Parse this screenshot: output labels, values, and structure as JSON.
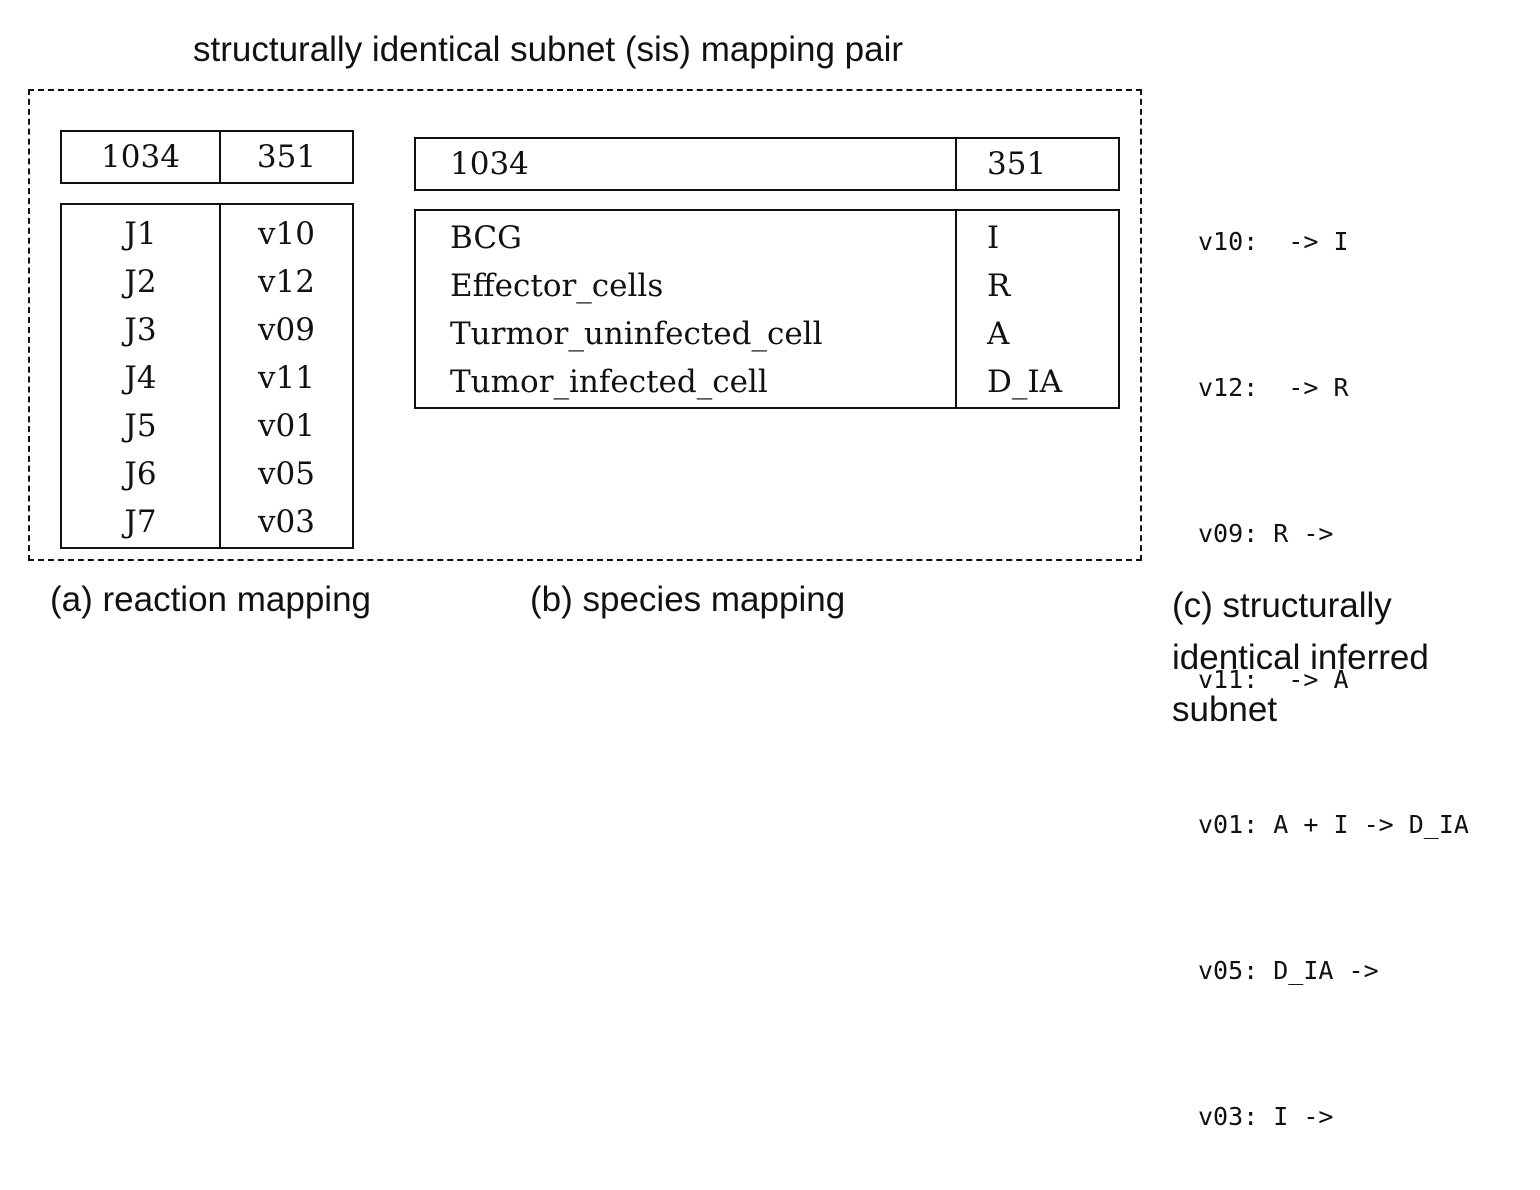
{
  "title": "structurally identical subnet (sis) mapping pair",
  "reaction_mapping": {
    "header": [
      "1034",
      "351"
    ],
    "left": [
      "J1",
      "J2",
      "J3",
      "J4",
      "J5",
      "J6",
      "J7"
    ],
    "right": [
      "v10",
      "v12",
      "v09",
      "v11",
      "v01",
      "v05",
      "v03"
    ],
    "caption": "(a) reaction mapping"
  },
  "species_mapping": {
    "header": [
      "1034",
      "351"
    ],
    "left": [
      "BCG",
      "Effector_cells",
      "Turmor_uninfected_cell",
      "Tumor_infected_cell"
    ],
    "right": [
      "I",
      "R",
      "A",
      "D_IA"
    ],
    "caption": "(b) species mapping"
  },
  "inferred_subnet": {
    "reactions": [
      "v10:  -> I",
      "v12:  -> R",
      "v09: R ->",
      "v11:  -> A",
      "v01: A + I -> D_IA",
      "v05: D_IA ->",
      "v03: I ->"
    ],
    "caption_lines": [
      "(c)  structurally",
      "identical inferred",
      "subnet"
    ]
  }
}
